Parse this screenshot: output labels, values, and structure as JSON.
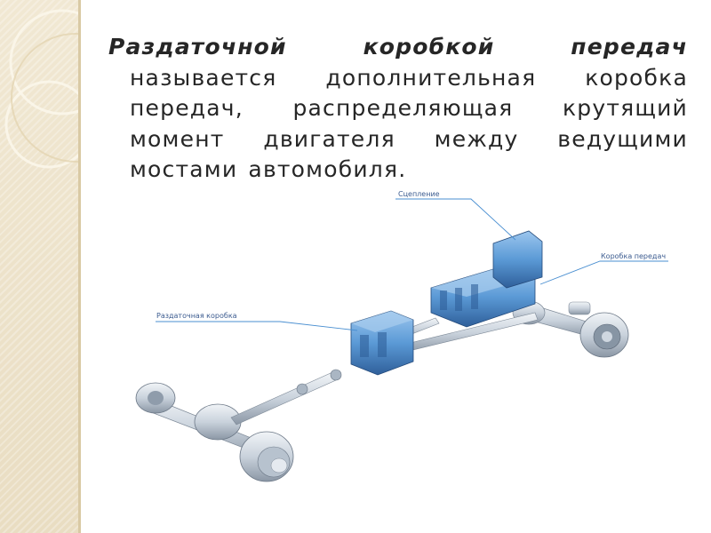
{
  "slide": {
    "definition_term": "Раздаточной коробкой передач",
    "definition_body": "называется дополнительная коробка передач, распределяющая крутящий момент двигателя между ведущими мостами автомобиля."
  },
  "diagram": {
    "labels": {
      "clutch": "Сцепление",
      "gearbox": "Коробка передач",
      "transfer_case": "Раздаточная коробка"
    }
  },
  "colors": {
    "sidebar": "#efe5cd",
    "text": "#262626",
    "callout_line": "#4a8fd1",
    "callout_text": "#3b5b8f",
    "unit_blue": "#5b9ad6",
    "axle_gray": "#c9d2dc"
  }
}
